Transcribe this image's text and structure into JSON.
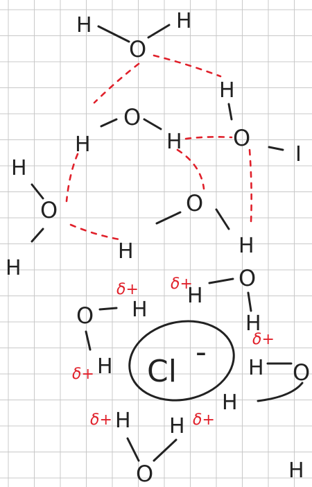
{
  "labels": {
    "oxygen": "O",
    "hydrogen": "H",
    "hydrogen_partial": "I",
    "chloride_symbol": "Cl",
    "chloride_charge": "-",
    "delta_plus": "δ+"
  },
  "colors": {
    "ink": "#222222",
    "hydrogen_bond": "#e0202a",
    "partial_charge": "#e0202a",
    "grid": "#c8c8c8",
    "paper": "#ffffff"
  }
}
